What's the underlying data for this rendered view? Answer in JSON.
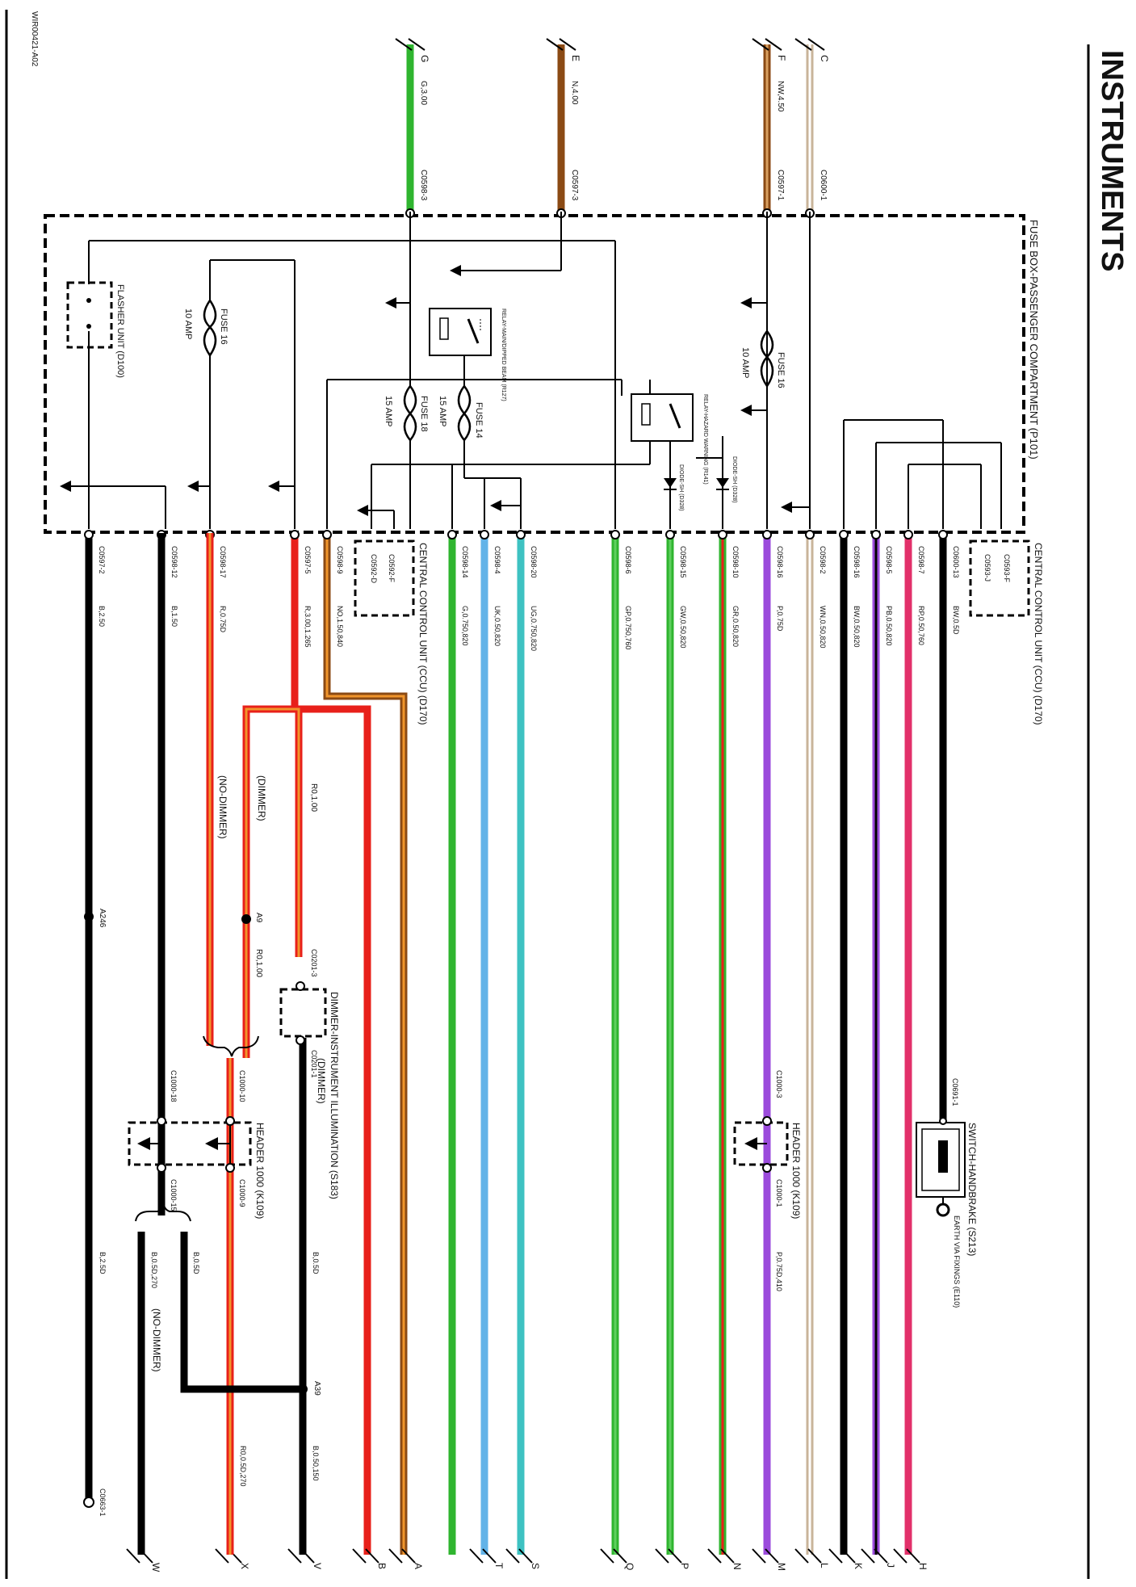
{
  "page": {
    "title": "INSTRUMENTS",
    "ref": "WIR00421-A02"
  },
  "colors": {
    "green": "#2fb52f",
    "brown": "#8b4a14",
    "tan": "#c9b49a",
    "black": "#000000",
    "red": "#e8201a",
    "orange": "#f1952b",
    "lightblue": "#62b3e8",
    "cyan": "#3ec2c2",
    "purple": "#9b4bdc",
    "pink": "#e2306a",
    "lightgreen": "#5fcf5f"
  },
  "top_feeds": [
    {
      "letter": "G",
      "wire": "G,3.00",
      "conn": "C0598-3"
    },
    {
      "letter": "E",
      "wire": "N,4.00",
      "conn": "C0597-3"
    },
    {
      "letter": "F",
      "wire": "NW,4.50",
      "conn": "C0597-1"
    },
    {
      "letter": "C",
      "wire": "",
      "conn": "C0600-1"
    }
  ],
  "boxes": {
    "fusebox": "FUSE BOX-PASSENGER COMPARTMENT (P101)",
    "ccu_right": "CENTRAL CONTROL UNIT (CCU) (D170)",
    "ccu_left": "CENTRAL CONTROL UNIT (CCU) (D170)",
    "flasher": "FLASHER UNIT (D100)",
    "relay_dipped": "RELAY-MAIN/DIPPED BEAM (R127)",
    "relay_hazard": "RELAY-HAZARD WARNING (R141)",
    "diode_1": "DIODE-SH (D328)",
    "diode_2": "DIODE-SH (D328)",
    "ccu_conn_a": "C0592-F",
    "ccu_conn_b": "C0592-D",
    "ccu_conn_c": "C0593-J",
    "ccu_conn_d": "C0593-F"
  },
  "fuses": [
    {
      "name": "FUSE 16",
      "rating": "10 AMP"
    },
    {
      "name": "FUSE 16",
      "rating": "10 AMP"
    },
    {
      "name": "FUSE 18",
      "rating": "15 AMP"
    },
    {
      "name": "FUSE 14",
      "rating": "15 AMP"
    }
  ],
  "wires_bottom": [
    {
      "conn": "C0597-2",
      "label": "B,2.50",
      "end": "W"
    },
    {
      "conn": "C0598-12",
      "label": "B,1.50",
      "end": ""
    },
    {
      "conn": "C0598-17",
      "label": "R,0.75D",
      "end": "X"
    },
    {
      "conn": "C0597-5",
      "label": "R,3.00,1.265",
      "end": "V"
    },
    {
      "conn": "C0598-9",
      "label": "NO,1.50,840",
      "end": "B"
    },
    {
      "conn": "C0598-14",
      "label": "G,0.750,820",
      "end": "A"
    },
    {
      "conn": "C0598-4",
      "label": "UK,0.50,820",
      "end": "T"
    },
    {
      "conn": "C0598-20",
      "label": "UG,0.750,820",
      "end": "S"
    },
    {
      "conn": "C0598-6",
      "label": "GP,0.750,760",
      "end": "Q"
    },
    {
      "conn": "C0598-15",
      "label": "GW,0.50,820",
      "end": "P"
    },
    {
      "conn": "C0598-10",
      "label": "GR,0.50,820",
      "end": "N"
    },
    {
      "conn": "C0598-16",
      "label": "P,0.75D",
      "end": "M"
    },
    {
      "conn": "C0598-2",
      "label": "WN,0.50,820",
      "end": "L"
    },
    {
      "conn": "C0598-16",
      "label": "BW,0.50,820",
      "end": "K"
    },
    {
      "conn": "C0598-5",
      "label": "PB,0.50,820",
      "end": "J"
    },
    {
      "conn": "C0598-7",
      "label": "RP,0.50,760",
      "end": "H"
    },
    {
      "conn": "C0600-13",
      "label": "BW,0.5D",
      "end": ""
    }
  ],
  "lower": {
    "dimmer_label": "(DIMMER)",
    "nodimmer_label": "(NO-DIMMER)",
    "nodimmer_label2": "(NO-DIMMER)",
    "r100": "R0,1.00",
    "r100b": "R0,1.00",
    "a9": "A9",
    "a246": "A246",
    "a39": "A39",
    "c0201_3": "C0201-3",
    "c0201_1": "C0201-1",
    "dimmer_switch": "DIMMER-INSTRUMENT ILLUMINATION (S183)",
    "dimmer_sub": "(DIMMER)",
    "header_left": "HEADER 1000 (K109)",
    "header_right": "HEADER 1000 (K109)",
    "c1000_18": "C1000-18",
    "c1000_10": "C1000-10",
    "c1000_15": "C1000-15",
    "c1000_9": "C1000-9",
    "c1000_3": "C1000-3",
    "c1000_1": "C1000-1",
    "b05d": "B,0.5D",
    "b05d270": "B,0.5D,270",
    "b05d_2": "B,0.5D",
    "b050_150": "B,0.50,150",
    "r05d270": "R0,0.5D,270",
    "b25d": "B,2.5D",
    "c0663_1": "C0663-1",
    "p075d410": "P,0.75D,410",
    "c0691_1": "C0691-1",
    "handbrake": "SWITCH-HANDBRAKE (S213)",
    "earth": "EARTH VIA FIXINGS (E110)"
  }
}
